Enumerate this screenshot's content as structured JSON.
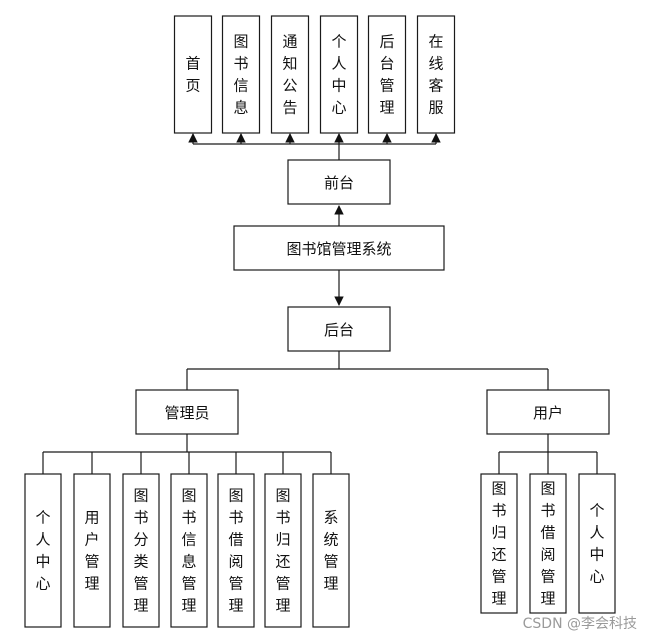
{
  "system": {
    "label": "图书馆管理系统"
  },
  "frontend": {
    "label": "前台",
    "modules": [
      "首页",
      "图书信息",
      "通知公告",
      "个人中心",
      "后台管理",
      "在线客服"
    ]
  },
  "backend": {
    "label": "后台",
    "admin": {
      "label": "管理员",
      "modules": [
        "个人中心",
        "用户管理",
        "图书分类管理",
        "图书信息管理",
        "图书借阅管理",
        "图书归还管理",
        "系统管理"
      ]
    },
    "user": {
      "label": "用户",
      "modules": [
        "图书归还管理",
        "图书借阅管理",
        "个人中心"
      ]
    }
  },
  "watermark": "CSDN @李会科技"
}
